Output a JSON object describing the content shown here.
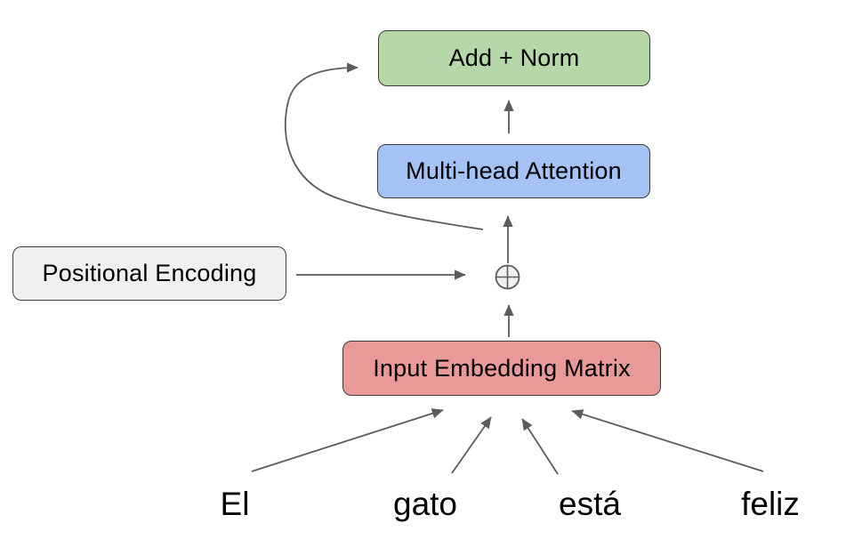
{
  "diagram": {
    "nodes": [
      {
        "id": "add-norm",
        "label": "Add + Norm",
        "fill": "#b6d7a8"
      },
      {
        "id": "multi-head-attention",
        "label": "Multi-head Attention",
        "fill": "#a4c2f4"
      },
      {
        "id": "positional-encoding",
        "label": "Positional Encoding",
        "fill": "#efefef"
      },
      {
        "id": "input-embedding-matrix",
        "label": "Input Embedding Matrix",
        "fill": "#ea9999"
      }
    ],
    "operator": {
      "name": "circled-plus",
      "symbol": "⊕"
    },
    "tokens": [
      {
        "text": "El"
      },
      {
        "text": "gato"
      },
      {
        "text": "está"
      },
      {
        "text": "feliz"
      }
    ],
    "edges": [
      {
        "from": "token-el",
        "to": "input-embedding-matrix",
        "style": "straight"
      },
      {
        "from": "token-gato",
        "to": "input-embedding-matrix",
        "style": "straight"
      },
      {
        "from": "token-esta",
        "to": "input-embedding-matrix",
        "style": "straight"
      },
      {
        "from": "token-feliz",
        "to": "input-embedding-matrix",
        "style": "straight"
      },
      {
        "from": "input-embedding-matrix",
        "to": "circled-plus",
        "style": "straight"
      },
      {
        "from": "positional-encoding",
        "to": "circled-plus",
        "style": "straight"
      },
      {
        "from": "circled-plus",
        "to": "multi-head-attention",
        "style": "straight"
      },
      {
        "from": "multi-head-attention",
        "to": "add-norm",
        "style": "straight"
      },
      {
        "from": "circled-plus",
        "to": "add-norm",
        "style": "curved-residual"
      }
    ],
    "colors": {
      "node_border": "#3b3b3b",
      "arrow": "#5c5c5c",
      "label_text": "#000000",
      "operator_fill": "#f1f1f1",
      "background": "#ffffff"
    }
  }
}
